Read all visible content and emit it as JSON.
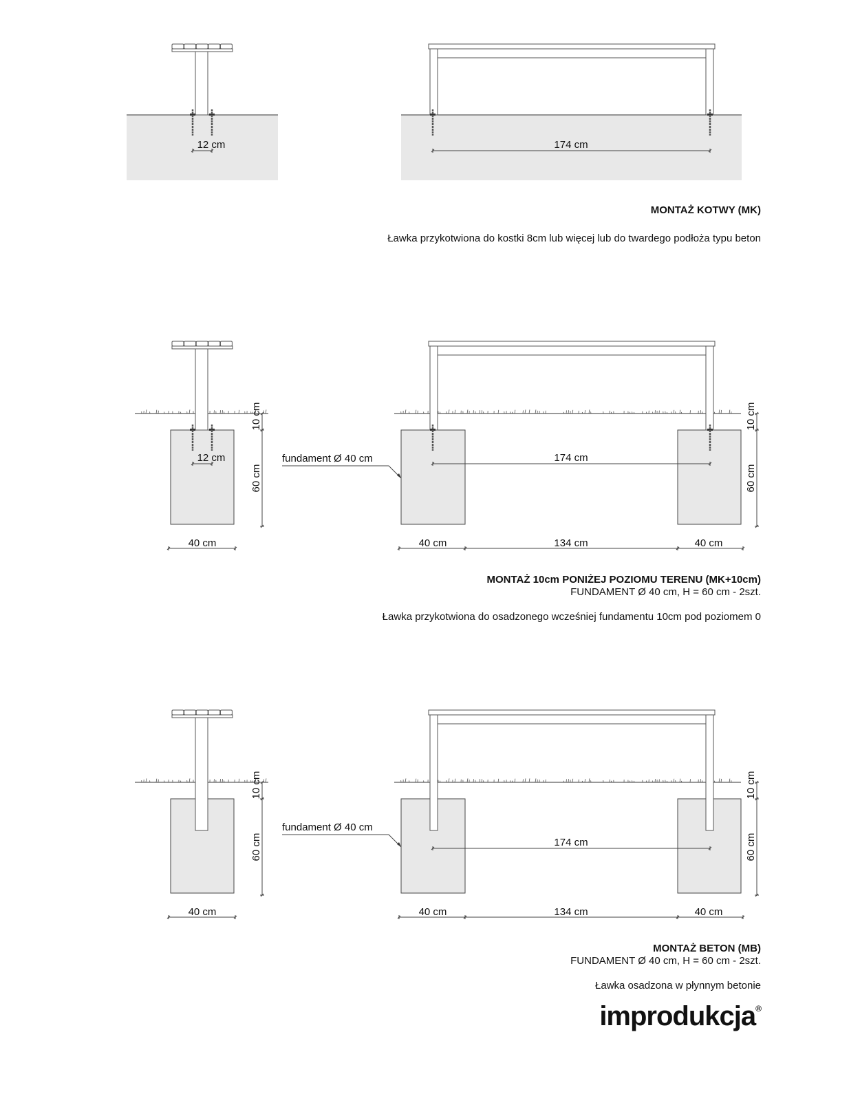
{
  "sections": [
    {
      "title": "MONTAŻ KOTWY (MK)",
      "subtitle": "",
      "description": "Ławka przykotwiona do kostki 8cm lub więcej lub do twardego podłoża typu beton",
      "dims": {
        "anchor_spacing": "12 cm",
        "leg_spacing": "174 cm"
      }
    },
    {
      "title": "MONTAŻ 10cm PONIŻEJ POZIOMU TERENU (MK+10cm)",
      "subtitle": "FUNDAMENT Ø 40 cm, H = 60 cm - 2szt.",
      "description": "Ławka przykotwiona do osadzonego wcześniej fundamentu 10cm pod poziomem 0",
      "dims": {
        "anchor_spacing": "12 cm",
        "leg_spacing": "174 cm",
        "depth": "10 cm",
        "height": "60 cm",
        "width": "40 cm",
        "gap": "134 cm",
        "foundation_label": "fundament Ø 40 cm"
      }
    },
    {
      "title": "MONTAŻ BETON (MB)",
      "subtitle": "FUNDAMENT Ø 40 cm, H = 60 cm - 2szt.",
      "description": "Ławka osadzona w płynnym betonie",
      "dims": {
        "leg_spacing": "174 cm",
        "depth": "10 cm",
        "height": "60 cm",
        "width": "40 cm",
        "gap": "134 cm",
        "foundation_label": "fundament Ø 40 cm"
      }
    }
  ],
  "logo": {
    "text": "improdukcja",
    "mark": "®"
  }
}
